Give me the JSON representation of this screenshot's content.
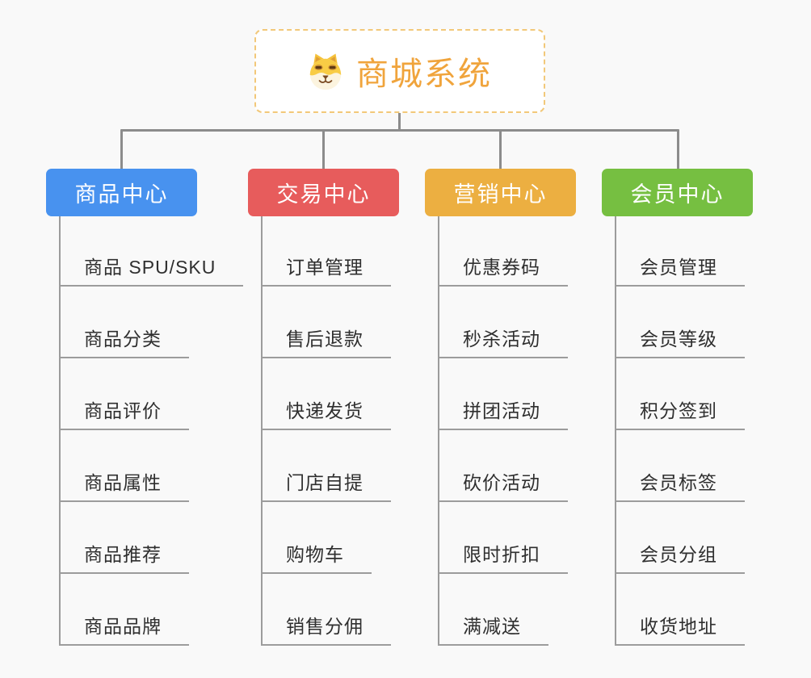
{
  "root": {
    "title": "商城系统",
    "icon": "dog-face-icon",
    "title_color": "#F0A43C",
    "border_color": "#F2C879",
    "background": "#FFFFFF"
  },
  "branches": [
    {
      "label": "商品中心",
      "color": "#4892EF",
      "children": [
        "商品 SPU/SKU",
        "商品分类",
        "商品评价",
        "商品属性",
        "商品推荐",
        "商品品牌"
      ]
    },
    {
      "label": "交易中心",
      "color": "#E75C5C",
      "children": [
        "订单管理",
        "售后退款",
        "快递发货",
        "门店自提",
        "购物车",
        "销售分佣"
      ]
    },
    {
      "label": "营销中心",
      "color": "#ECAF41",
      "children": [
        "优惠券码",
        "秒杀活动",
        "拼团活动",
        "砍价活动",
        "限时折扣",
        "满减送"
      ]
    },
    {
      "label": "会员中心",
      "color": "#76BF41",
      "children": [
        "会员管理",
        "会员等级",
        "积分签到",
        "会员标签",
        "会员分组",
        "收货地址"
      ]
    }
  ],
  "colors": {
    "connector": "#8C8C8C",
    "child_line": "#9C9C9C",
    "child_text": "#2F2F2F",
    "background": "#F9F9F9",
    "branch_text": "#FFFFFF"
  }
}
